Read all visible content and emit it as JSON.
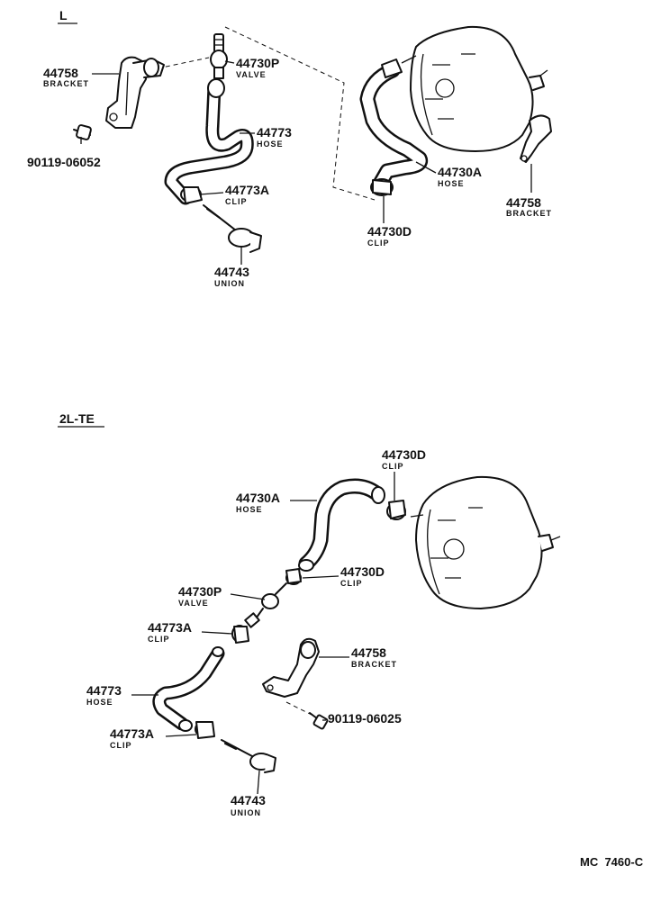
{
  "diagram": {
    "sections": {
      "L": "L",
      "2LTE": "2L-TE"
    },
    "reference": "MC  7460-C",
    "L": {
      "bracket_left": {
        "num": "44758",
        "name": "BRACKET"
      },
      "bolt": {
        "num": "90119-06052"
      },
      "valve": {
        "num": "44730P",
        "name": "VALVE"
      },
      "hose": {
        "num": "44773",
        "name": "HOSE"
      },
      "clip_a": {
        "num": "44773A",
        "name": "CLIP"
      },
      "union": {
        "num": "44743",
        "name": "UNION"
      },
      "hose_a": {
        "num": "44730A",
        "name": "HOSE"
      },
      "clip_d": {
        "num": "44730D",
        "name": "CLIP"
      },
      "bracket_right": {
        "num": "44758",
        "name": "BRACKET"
      }
    },
    "TE": {
      "clip_d_top": {
        "num": "44730D",
        "name": "CLIP"
      },
      "hose_a": {
        "num": "44730A",
        "name": "HOSE"
      },
      "clip_d_mid": {
        "num": "44730D",
        "name": "CLIP"
      },
      "valve": {
        "num": "44730P",
        "name": "VALVE"
      },
      "clip_a_top": {
        "num": "44773A",
        "name": "CLIP"
      },
      "bracket": {
        "num": "44758",
        "name": "BRACKET"
      },
      "hose": {
        "num": "44773",
        "name": "HOSE"
      },
      "bolt": {
        "num": "90119-06025"
      },
      "clip_a_bot": {
        "num": "44773A",
        "name": "CLIP"
      },
      "union": {
        "num": "44743",
        "name": "UNION"
      }
    }
  }
}
